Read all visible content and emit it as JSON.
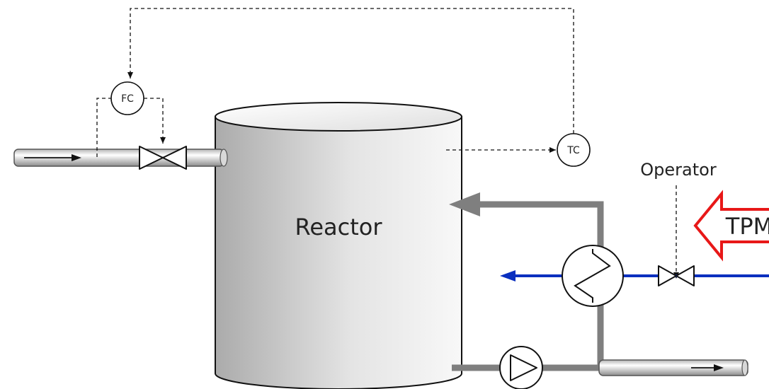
{
  "vessel": {
    "label": "Reactor"
  },
  "controllers": {
    "flow": {
      "tag": "FC"
    },
    "temperature": {
      "tag": "TC"
    }
  },
  "annotations": {
    "operator": "Operator",
    "tpm": "TPM"
  },
  "colors": {
    "cooling_water": "#0a2fbf",
    "tpm_arrow": "#e81818",
    "recycle_pipe": "#7f7f7f",
    "signal_line": "#111111"
  },
  "icons": [
    "flow-controller-icon",
    "temperature-controller-icon",
    "heat-exchanger-icon",
    "pump-icon",
    "valve-icon"
  ]
}
